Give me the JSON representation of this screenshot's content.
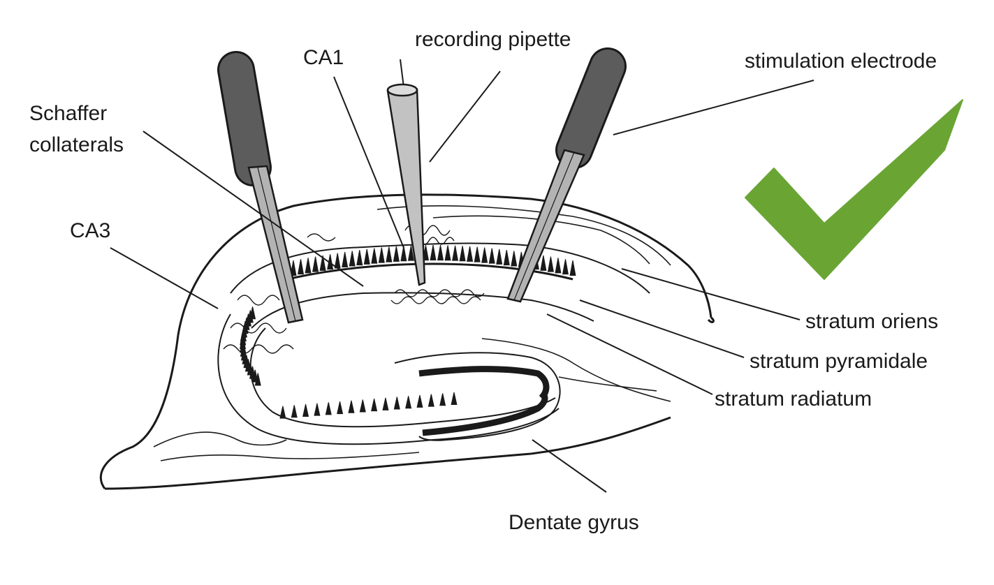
{
  "labels": {
    "ca1": "CA1",
    "recording_pipette": "recording pipette",
    "stimulation_electrode": "stimulation electrode",
    "schaffer_line1": "Schaffer",
    "schaffer_line2": "collaterals",
    "ca3": "CA3",
    "stratum_oriens": "stratum oriens",
    "stratum_pyramidale": "stratum pyramidale",
    "stratum_radiatum": "stratum radiatum",
    "dentate_gyrus": "Dentate gyrus"
  },
  "colors": {
    "line": "#1a1a1a",
    "electrode_handle": "#5c5c5c",
    "electrode_shaft": "#b3b3b3",
    "pipette": "#c2c2c2",
    "checkmark": "#6aa534"
  },
  "icons": {
    "checkmark": "checkmark-icon"
  }
}
